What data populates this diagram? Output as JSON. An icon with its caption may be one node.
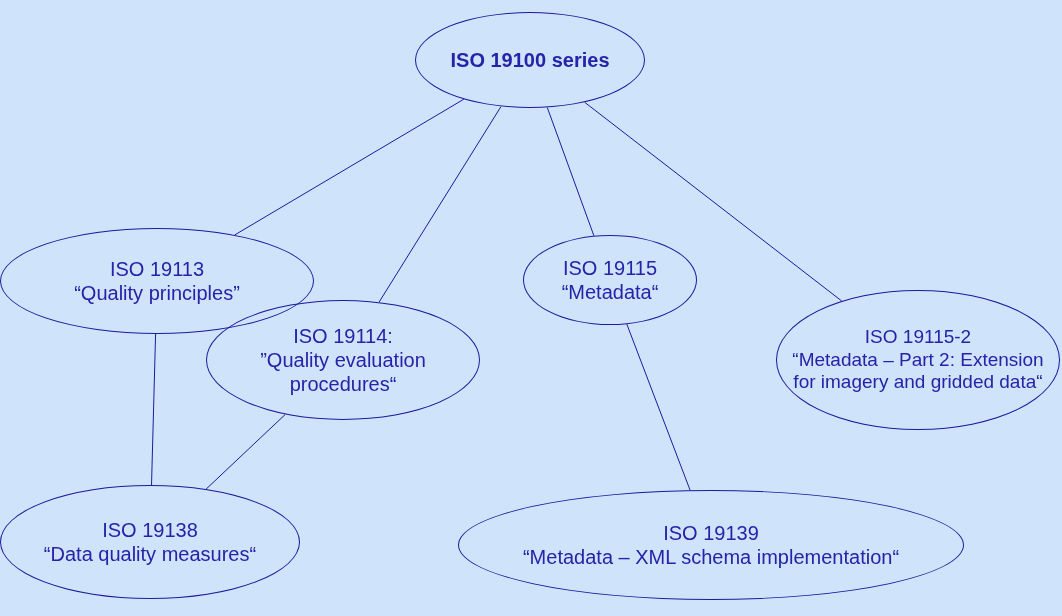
{
  "diagram": {
    "nodes": [
      {
        "text": [
          "ISO 19100 series"
        ]
      },
      {
        "text": [
          "ISO 19113",
          "“Quality principles”"
        ]
      },
      {
        "text": [
          "ISO 19115",
          "“Metadata“"
        ]
      },
      {
        "text": [
          "ISO 19114:",
          "”Quality evaluation procedures“"
        ]
      },
      {
        "text": [
          "ISO 19115-2",
          "“Metadata – Part 2: Extension for imagery and gridded data“"
        ]
      },
      {
        "text": [
          "ISO 19138",
          "“Data quality measures“"
        ]
      },
      {
        "text": [
          "ISO 19139",
          "“Metadata – XML schema implementation“"
        ]
      }
    ],
    "edges": [
      {
        "from": 0,
        "to": 1,
        "arrow": "none"
      },
      {
        "from": 0,
        "to": 3,
        "arrow": "none"
      },
      {
        "from": 0,
        "to": 2,
        "arrow": "none"
      },
      {
        "from": 0,
        "to": 4,
        "arrow": "none"
      },
      {
        "from": 1,
        "to": 5,
        "arrow": "none"
      },
      {
        "from": 3,
        "to": 5,
        "arrow": "none"
      },
      {
        "from": 2,
        "to": 6,
        "arrow": "none"
      }
    ]
  }
}
